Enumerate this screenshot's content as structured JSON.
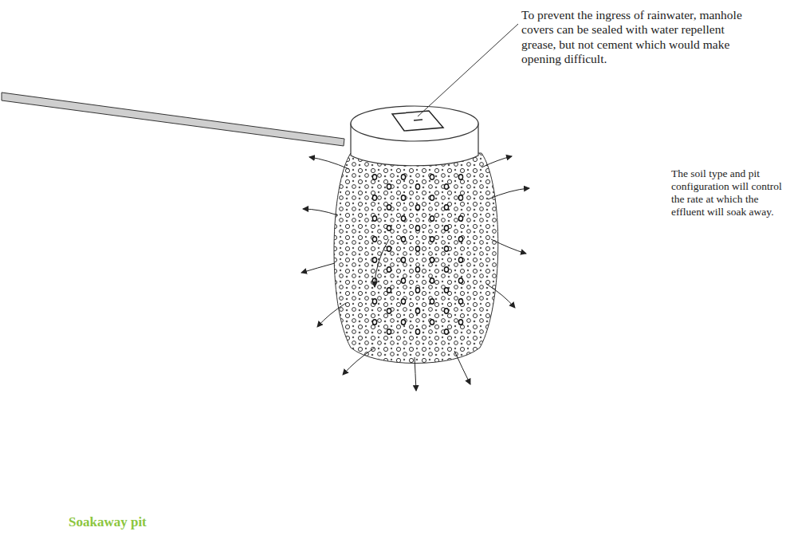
{
  "diagram": {
    "caption": "Soakaway pit",
    "labels": [
      "To prevent the ingress of rainwater, manhole covers can be sealed with water repellent grease, but not cement which would make opening difficult.",
      "The soil type and pit configuration will control the rate at which the effluent will soak away."
    ]
  }
}
